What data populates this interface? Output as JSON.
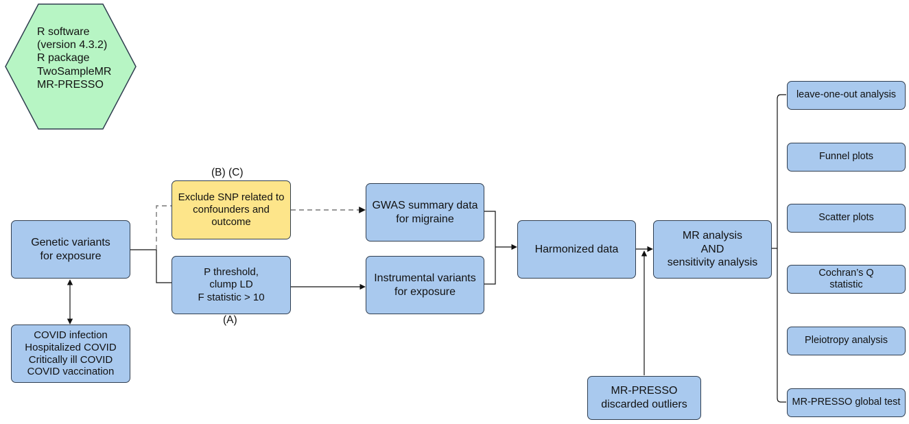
{
  "software": {
    "lines": [
      "R software",
      "(version 4.3.2)",
      "R package",
      "TwoSampleMR",
      "MR-PRESSO"
    ],
    "fill": "#b7f5c4"
  },
  "exposure_box": {
    "lines": [
      "Genetic variants",
      "for exposure"
    ]
  },
  "covid_box": {
    "lines": [
      "COVID infection",
      "Hospitalized COVID",
      "Critically ill COVID",
      "COVID vaccination"
    ]
  },
  "exclude_box": {
    "lines": [
      "Exclude SNP related to",
      "confounders and outcome"
    ],
    "fill": "#fde58a"
  },
  "threshold_box": {
    "lines": [
      "P threshold,",
      "clump LD",
      "F statistic > 10"
    ]
  },
  "gwas_box": {
    "lines": [
      "GWAS summary data",
      "for migraine"
    ]
  },
  "instrumental_box": {
    "lines": [
      "Instrumental variants",
      "for exposure"
    ]
  },
  "harmonized_box": {
    "lines": [
      "Harmonized data"
    ]
  },
  "mr_box": {
    "lines": [
      "MR analysis",
      "AND",
      "sensitivity analysis"
    ]
  },
  "presso_box": {
    "lines": [
      "MR-PRESSO",
      "discarded outliers"
    ]
  },
  "labels": {
    "bc": "(B)  (C)",
    "a": "(A)"
  },
  "sensitivity_items": [
    {
      "lines": [
        "leave-one-out analysis"
      ]
    },
    {
      "lines": [
        "Funnel plots"
      ]
    },
    {
      "lines": [
        "Scatter plots"
      ]
    },
    {
      "lines": [
        "Cochran’s Q",
        "statistic"
      ]
    },
    {
      "lines": [
        "Pleiotropy analysis"
      ]
    },
    {
      "lines": [
        "MR-PRESSO global test"
      ]
    }
  ],
  "colors": {
    "box_fill": "#a9c9ee",
    "border": "#2f3d4f",
    "dashed_line": "#777777"
  }
}
